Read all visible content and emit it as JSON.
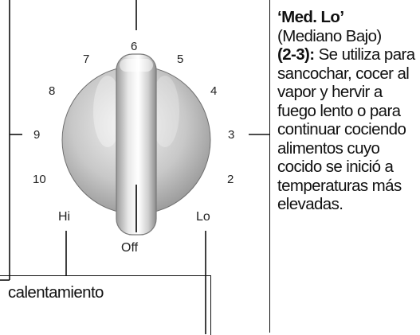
{
  "dial": {
    "marks": [
      {
        "label": "6"
      },
      {
        "label": "7"
      },
      {
        "label": "5"
      },
      {
        "label": "8"
      },
      {
        "label": "4"
      },
      {
        "label": "9"
      },
      {
        "label": "3"
      },
      {
        "label": "10"
      },
      {
        "label": "2"
      },
      {
        "label": "Hi"
      },
      {
        "label": "Lo"
      },
      {
        "label": "Off"
      }
    ]
  },
  "right_note": {
    "title": "‘Med. Lo’",
    "subtitle": "(Mediano Bajo)",
    "range": "(2-3):",
    "body": " Se utiliza para sancochar, cocer al vapor y hervir a fuego lento o para continuar cociendo alimentos cuyo cocido se inició a temperaturas más elevadas."
  },
  "bottom_note": {
    "text": "calentamiento"
  },
  "colors": {
    "line": "#111111",
    "knob_dark": "#8e8e8e",
    "knob_light": "#e6e6e6"
  }
}
